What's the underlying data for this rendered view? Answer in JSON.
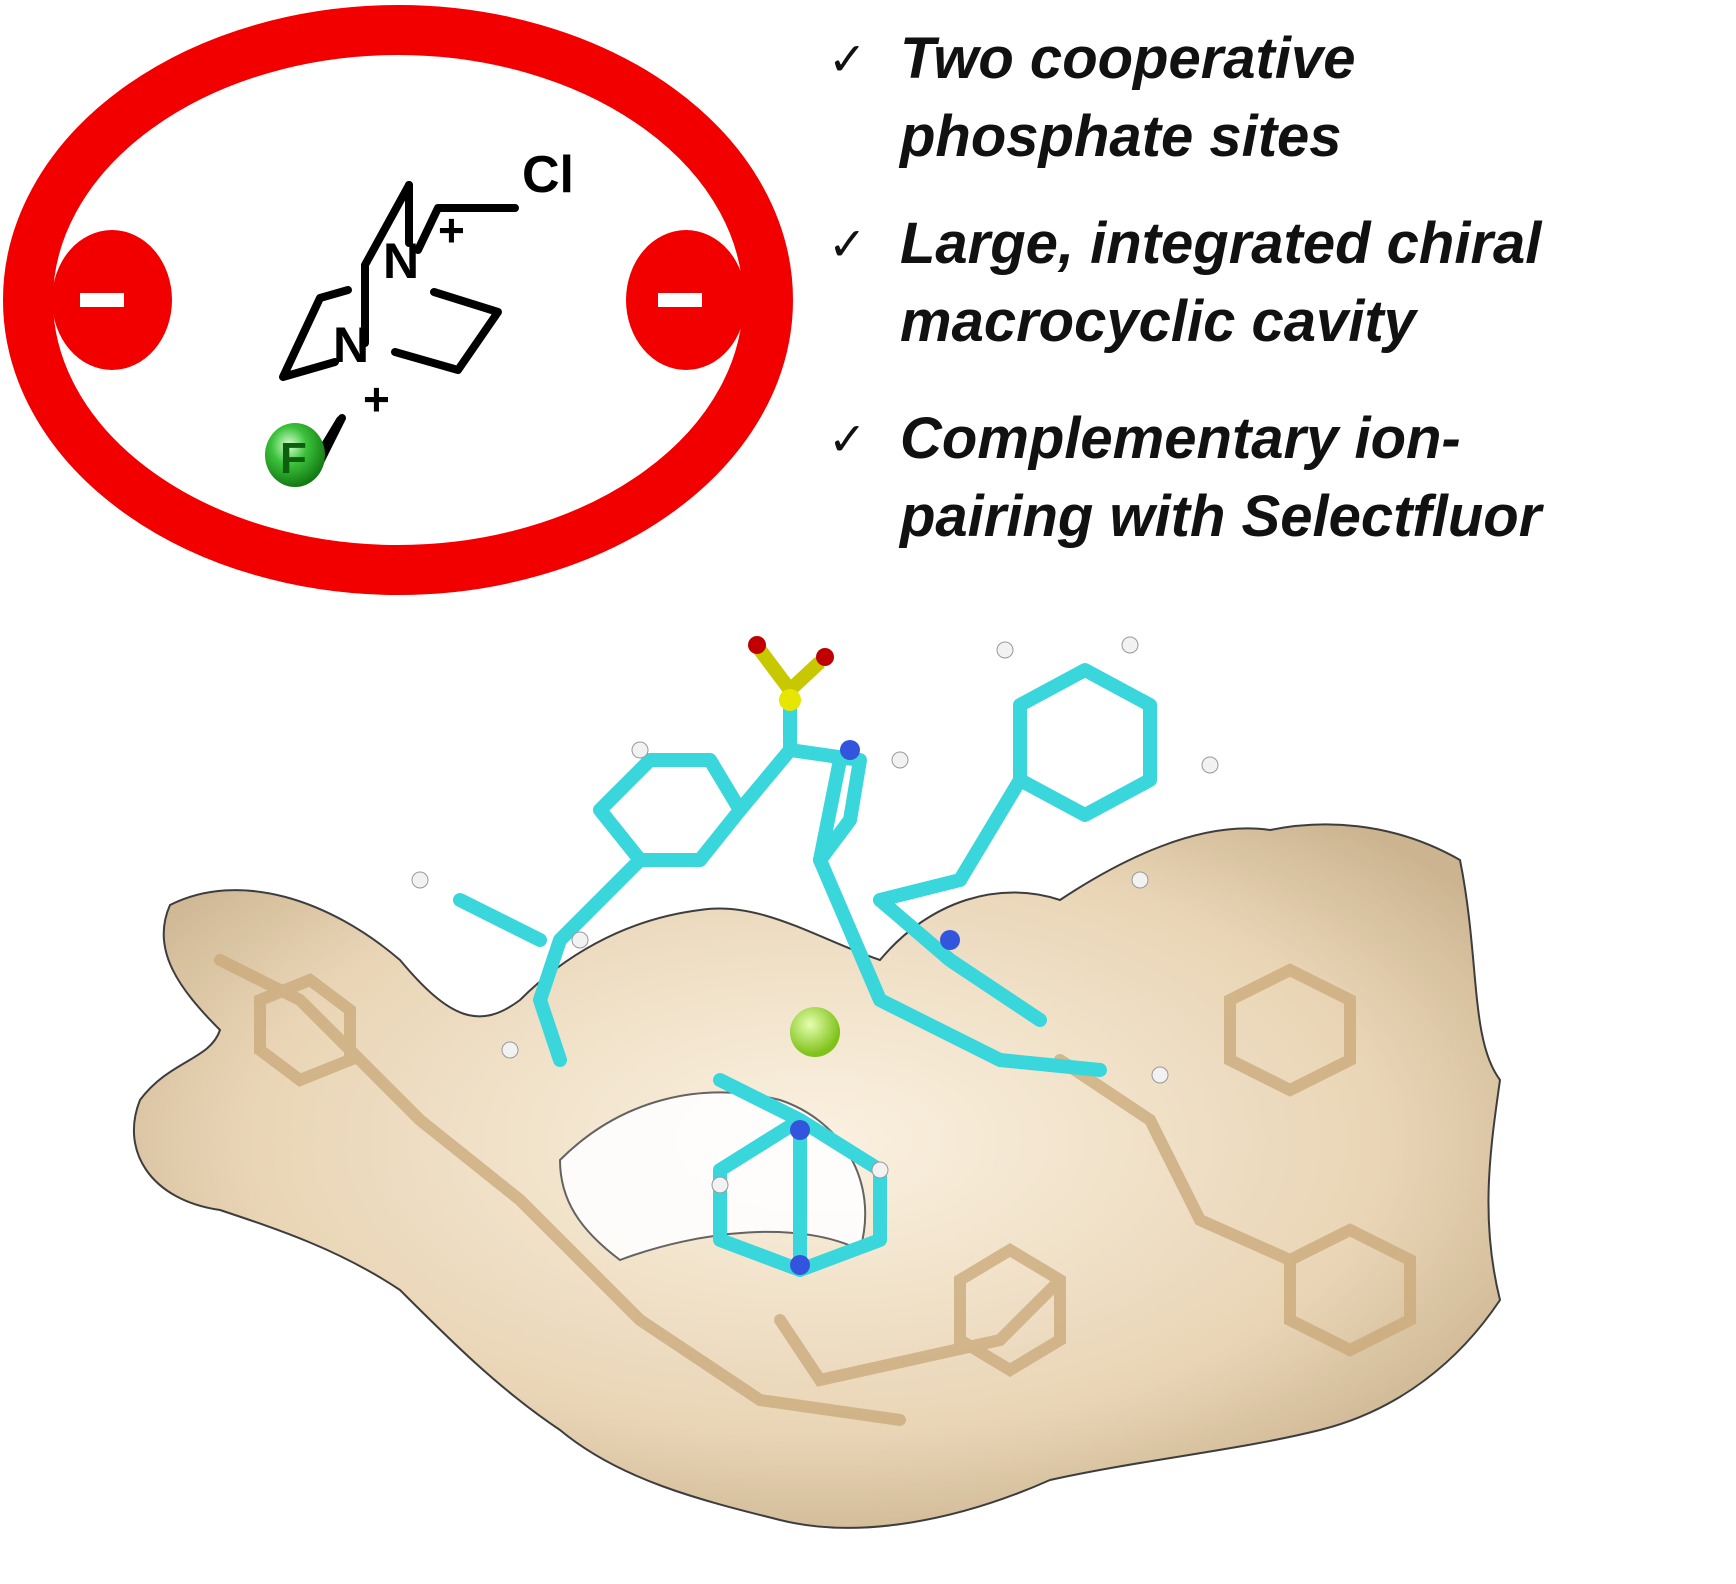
{
  "scheme": {
    "atoms": {
      "n1": "N",
      "n2": "N",
      "cl": "Cl",
      "f": "F",
      "plus": "+",
      "minus": "−"
    },
    "colors": {
      "ring": "#f20000",
      "fluorine": "#22a322",
      "stick": "#39d6dc",
      "surface": "#e8d3b2",
      "nitrogen": "#3355dd"
    }
  },
  "features": [
    {
      "check": "✓",
      "line1": "Two cooperative",
      "line2": "phosphate sites"
    },
    {
      "check": "✓",
      "line1": "Large, integrated chiral",
      "line2": "macrocyclic cavity"
    },
    {
      "check": "✓",
      "line1": "Complementary ion-",
      "line2": "pairing with Selectfluor"
    }
  ]
}
